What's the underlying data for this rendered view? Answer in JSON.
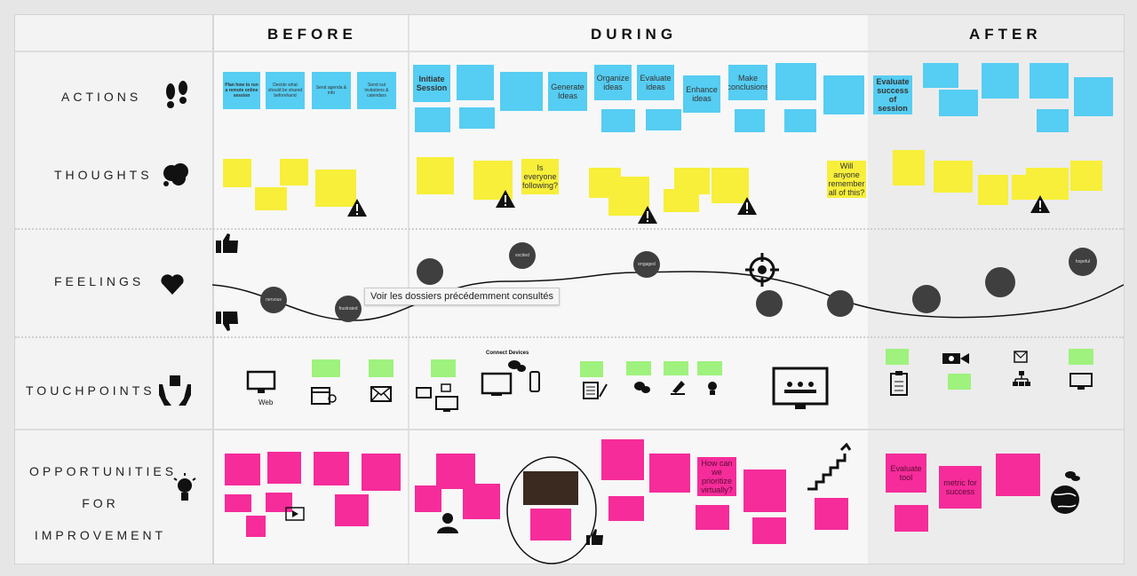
{
  "phases": [
    "BEFORE",
    "DURING",
    "AFTER"
  ],
  "rows": {
    "actions": "ACTIONS",
    "thoughts": "THOUGHTS",
    "feelings": "FEELINGS",
    "touchpoints": "TOUCHPOINTS",
    "opportunities": [
      "OPPORTUNITIES",
      "FOR",
      "IMPROVEMENT"
    ]
  },
  "tooltip": "Voir les dossiers précédemment consultés",
  "actions": {
    "before": [
      "Plan how to run a remote online session",
      "Decide what should be shared beforehand",
      "Send agenda & info",
      "Send out invitations & calendars"
    ],
    "during": [
      "Initiate Session",
      "Generate Ideas",
      "Organize ideas",
      "Evaluate ideas",
      "Enhance ideas",
      "Make conclusions"
    ],
    "after": [
      "Evaluate success of session"
    ]
  },
  "thoughts": {
    "during_big": [
      "Is everyone following?",
      "Will anyone remember all of this?"
    ]
  },
  "feelings": {
    "excited": "excited",
    "engaged": "engaged",
    "hopeful": "hopeful",
    "frustrated": "frustrated"
  },
  "touchpoints": {
    "web": "Web",
    "connect": "Connect Devices"
  },
  "opportunities": {
    "evaluate_tool": "Evaluate tool",
    "metric": "metric for success",
    "how_prioritize": "How can we prioritize virtually?"
  },
  "colors": {
    "blue": "#56cdf2",
    "yellow": "#f7ef3a",
    "green": "#9ef27d",
    "pink": "#f52c9a"
  }
}
